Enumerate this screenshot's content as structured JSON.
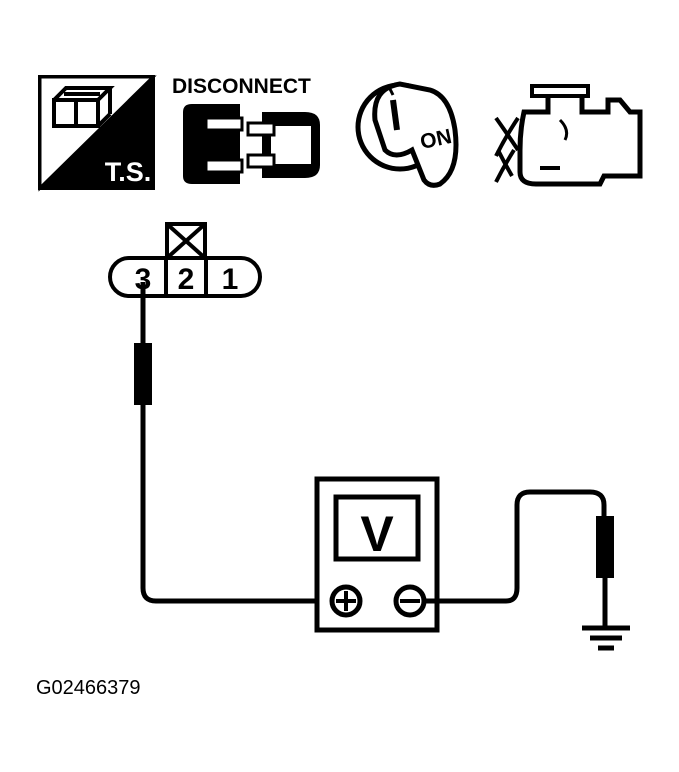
{
  "header_icons": {
    "ts_label": "T.S.",
    "disconnect_label": "DISCONNECT",
    "ignition_label": "ON"
  },
  "connector": {
    "pins": [
      "3",
      "2",
      "1"
    ]
  },
  "meter": {
    "label": "V",
    "positive_symbol": "+",
    "negative_symbol": "−"
  },
  "figure_id": "G02466379"
}
